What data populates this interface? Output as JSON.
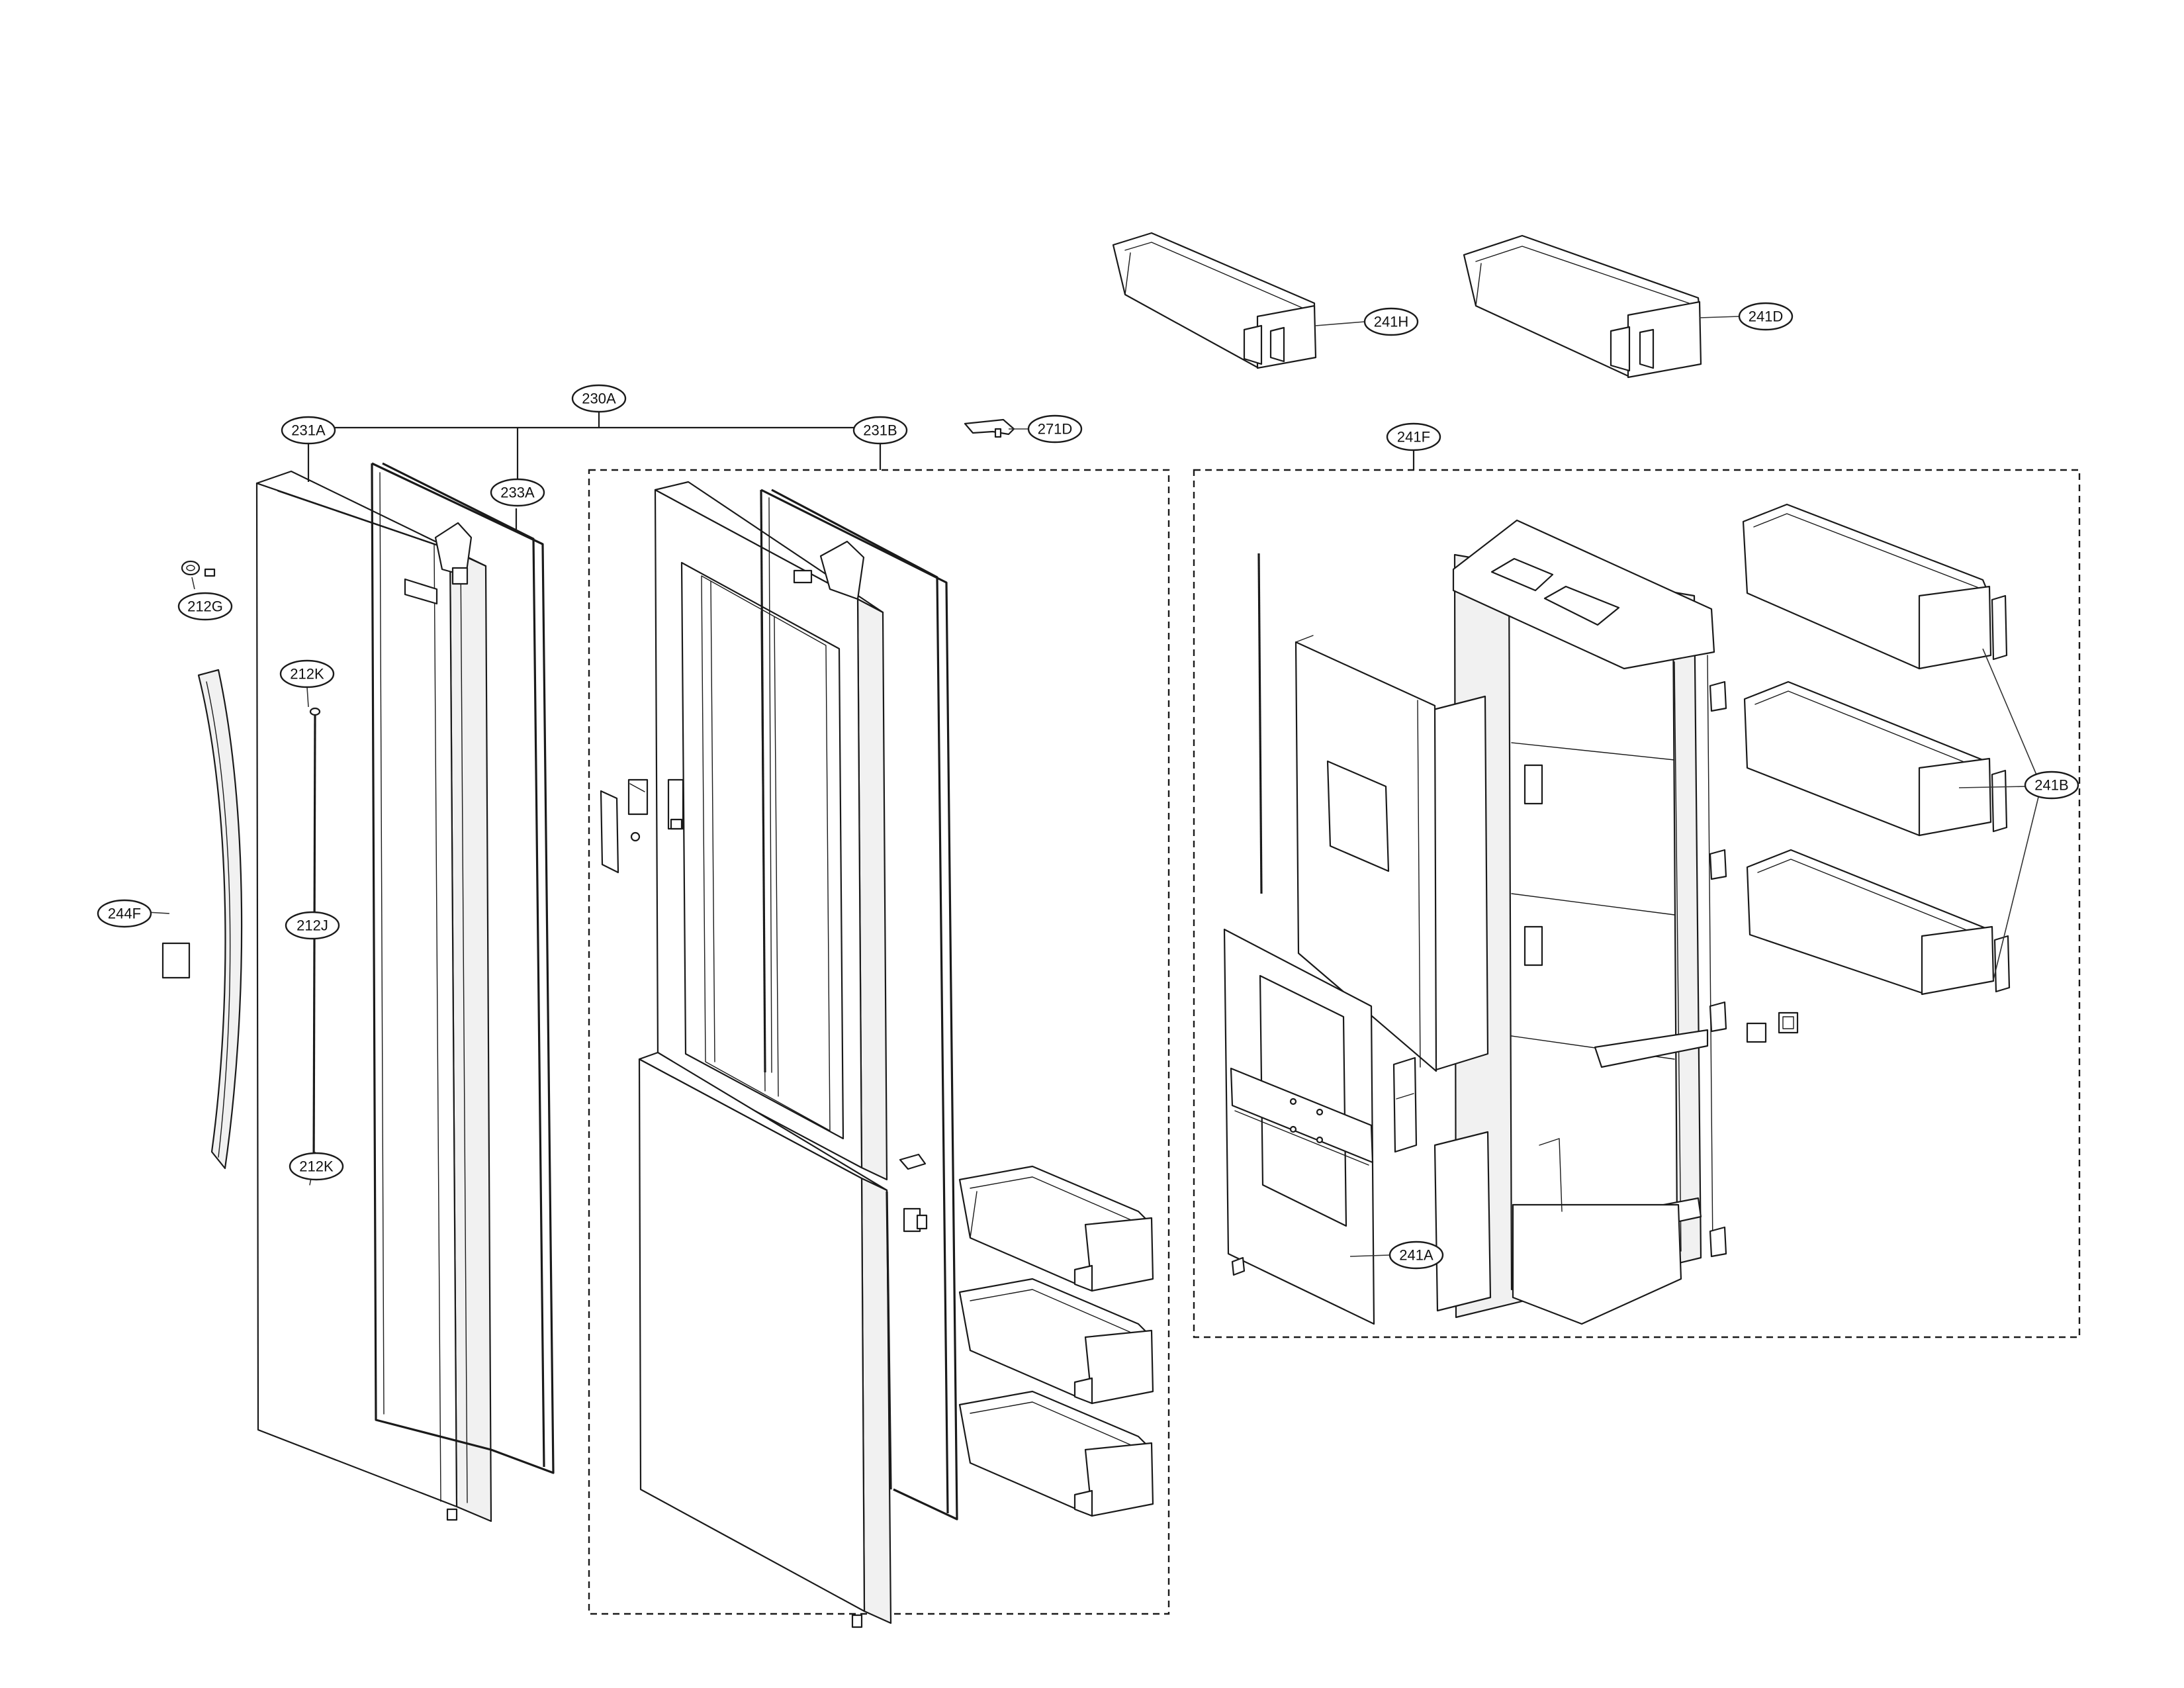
{
  "callouts": {
    "c230A": "230A",
    "c231A": "231A",
    "c231B": "231B",
    "c233A": "233A",
    "c271D": "271D",
    "c241F": "241F",
    "c241H": "241H",
    "c241D": "241D",
    "c241B": "241B",
    "c241A": "241A",
    "c212G": "212G",
    "c212K_top": "212K",
    "c212J": "212J",
    "c212K_bottom": "212K",
    "c244F": "244F"
  }
}
